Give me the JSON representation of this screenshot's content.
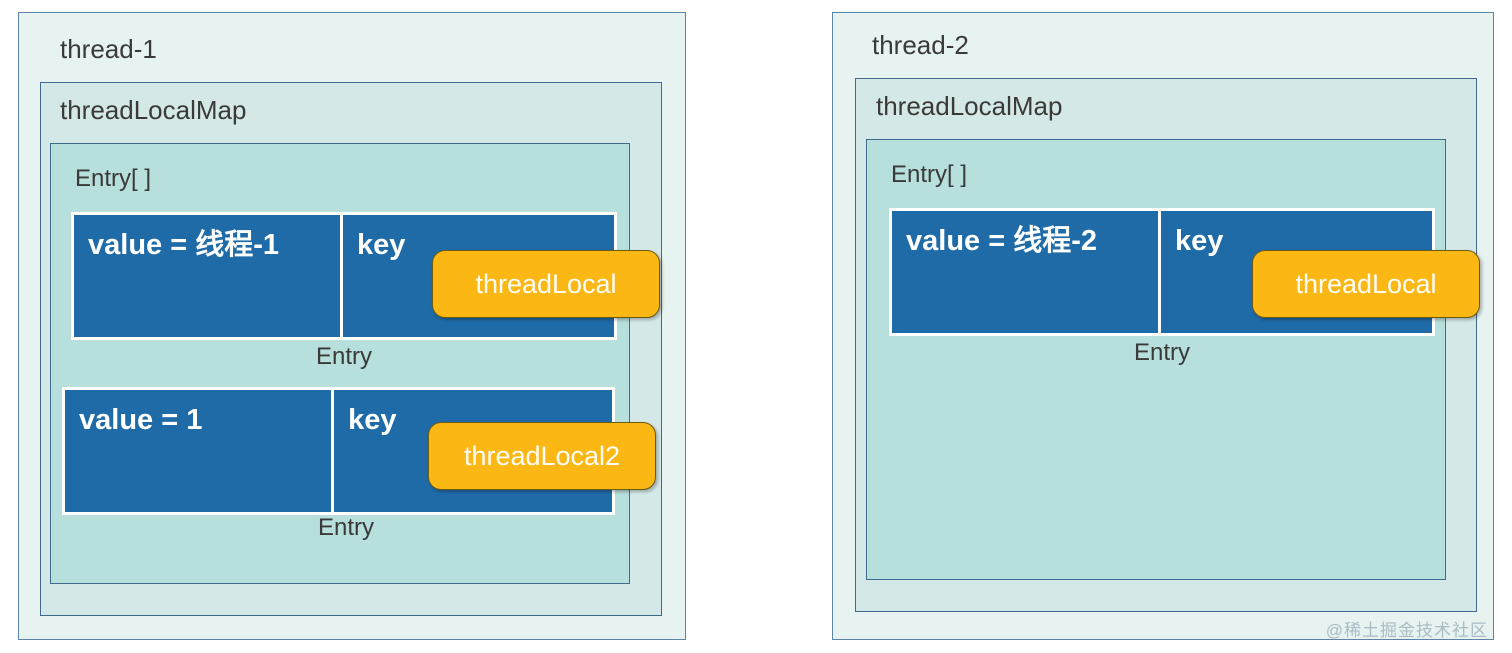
{
  "diagram": {
    "title_hidden": "",
    "colors": {
      "entry_blue": "#1f6ba8",
      "badge_orange": "#fbb714",
      "thread_panel_fill": "#e7f3f0",
      "map_fill": "#d4e9e7",
      "array_fill": "#b7dfdb",
      "border_blue": "#42698d",
      "text_dark": "#3a3a3a"
    }
  },
  "panels": [
    {
      "thread_label": "thread-1",
      "map_label": "threadLocalMap",
      "array_label": "Entry[ ]",
      "entries": [
        {
          "value_label": "value = 线程-1",
          "key_label": "key",
          "badge_label": "threadLocal",
          "caption": "Entry"
        },
        {
          "value_label": "value = 1",
          "key_label": "key",
          "badge_label": "threadLocal2",
          "caption": "Entry"
        }
      ]
    },
    {
      "thread_label": "thread-2",
      "map_label": "threadLocalMap",
      "array_label": "Entry[ ]",
      "entries": [
        {
          "value_label": "value = 线程-2",
          "key_label": "key",
          "badge_label": "threadLocal",
          "caption": "Entry"
        }
      ]
    }
  ],
  "watermark": "@稀土掘金技术社区"
}
